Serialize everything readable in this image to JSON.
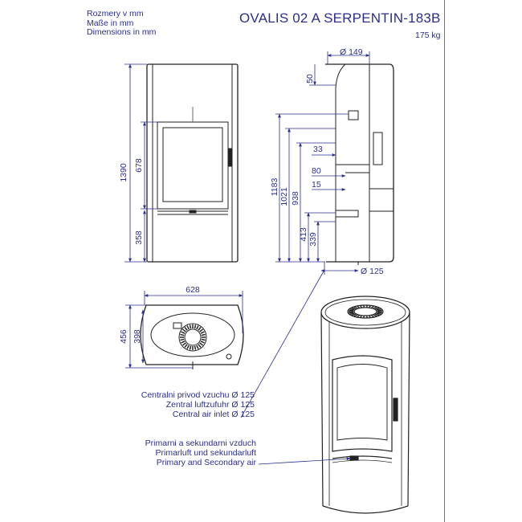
{
  "header": {
    "units": [
      "Rozmery v mm",
      "Maße in mm",
      "Dimensions in mm"
    ],
    "model": "OVALIS 02 A SERPENTIN-183B",
    "weight": "175 kg"
  },
  "front_view": {
    "height_total": "1390",
    "height_door": "678",
    "height_base": "358"
  },
  "side_view": {
    "flue_diameter": "Ø 149",
    "dim_top": "50",
    "dim_33": "33",
    "dim_80": "80",
    "dim_15": "15",
    "h_1183": "1183",
    "h_1021": "1021",
    "h_938": "938",
    "h_413": "413",
    "h_339": "339",
    "air_inlet_diameter": "Ø 125"
  },
  "top_view": {
    "width": "628",
    "depth_total": "456",
    "depth_body": "398"
  },
  "notes": {
    "central_air": [
      "Centralni privod vzuchu Ø 125",
      "Zentral luftzufuhr Ø 125",
      "Central air inlet Ø 125"
    ],
    "primary_air": [
      "Primarni a sekundarni vzduch",
      "Primarluft und sekundarluft",
      "Primary and Secondary air"
    ]
  }
}
